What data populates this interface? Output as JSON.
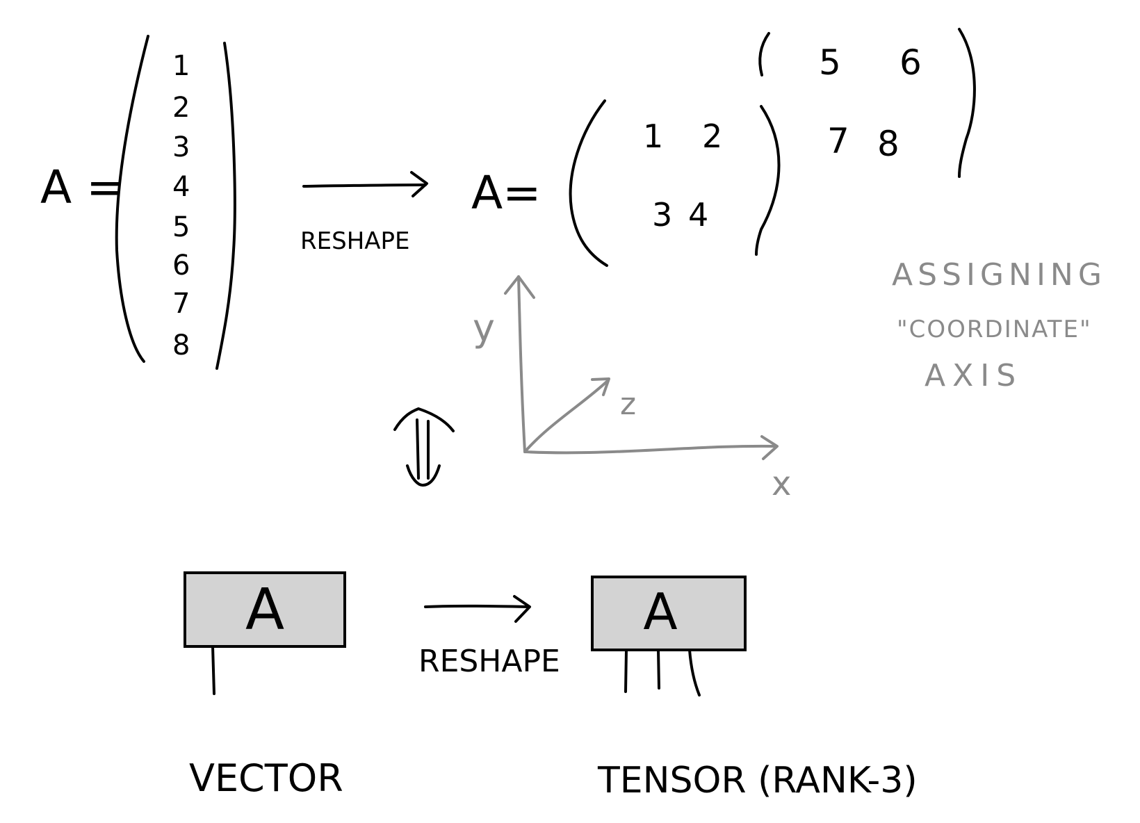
{
  "top": {
    "vector_lhs": "A =",
    "vector_entries": [
      "1",
      "2",
      "3",
      "4",
      "5",
      "6",
      "7",
      "8"
    ],
    "reshape_label": "RESHAPE",
    "tensor_lhs": "A=",
    "front_slice": {
      "row1": [
        "1",
        "2"
      ],
      "row2": [
        "3",
        "4"
      ]
    },
    "back_slice": {
      "row1": [
        "5",
        "6"
      ],
      "row2": [
        "7",
        "8"
      ]
    }
  },
  "axes": {
    "x_label": "x",
    "y_label": "y",
    "z_label": "z",
    "note_lines": [
      "ASSIGNING",
      "\"COORDINATE\"",
      "AXIS"
    ]
  },
  "bottom": {
    "vector_node_label": "A",
    "tensor_node_label": "A",
    "reshape_label": "RESHAPE",
    "vector_caption": "VECTOR",
    "tensor_caption": "TENSOR (RANK-3)"
  }
}
